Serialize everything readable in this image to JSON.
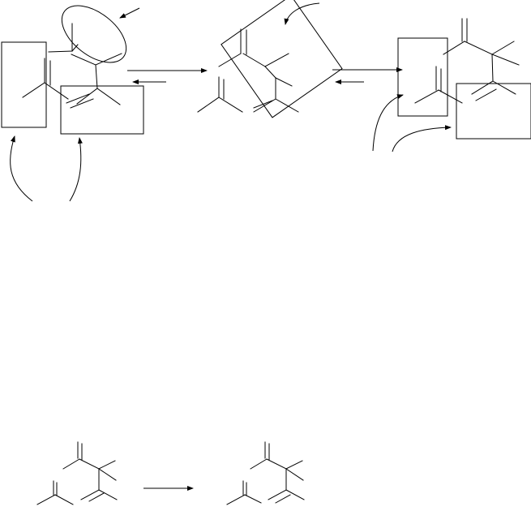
{
  "diagram": {
    "type": "chemical-reaction-scheme",
    "stroke_color": "#000000",
    "background": "#ffffff",
    "structures": [
      "structure-left-tetraene",
      "structure-middle-tetraene",
      "structure-right-tetraene",
      "structure-bottom-reactant",
      "structure-bottom-product"
    ],
    "arrows": [
      "equilibrium-forward-1",
      "equilibrium-reverse-1",
      "equilibrium-forward-2",
      "equilibrium-reverse-2",
      "reaction-arrow-bottom"
    ],
    "text_labels": []
  }
}
